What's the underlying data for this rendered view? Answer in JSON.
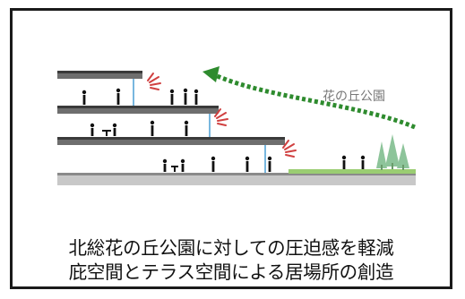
{
  "labels": {
    "park": "花の丘公園"
  },
  "caption": {
    "line1": "北総花の丘公園に対しての圧迫感を軽減",
    "line2": "庇空間とテラス空間による居場所の創造"
  },
  "colors": {
    "frame": "#1a1a1a",
    "slab": "#6e6e6e",
    "slab_top": "#3a3a3a",
    "ground": "#c8c8c8",
    "grass": "#9acd72",
    "tree": "#8dc49a",
    "arrow": "#2e8b2e",
    "pressure_marks": "#d04040",
    "glass": "#4a9fd4",
    "people": "#111111",
    "label_text": "#777777"
  },
  "icons": [
    "pressure-mark-icon",
    "person-icon",
    "table-icon",
    "tree-icon",
    "dashed-arrow-icon"
  ]
}
